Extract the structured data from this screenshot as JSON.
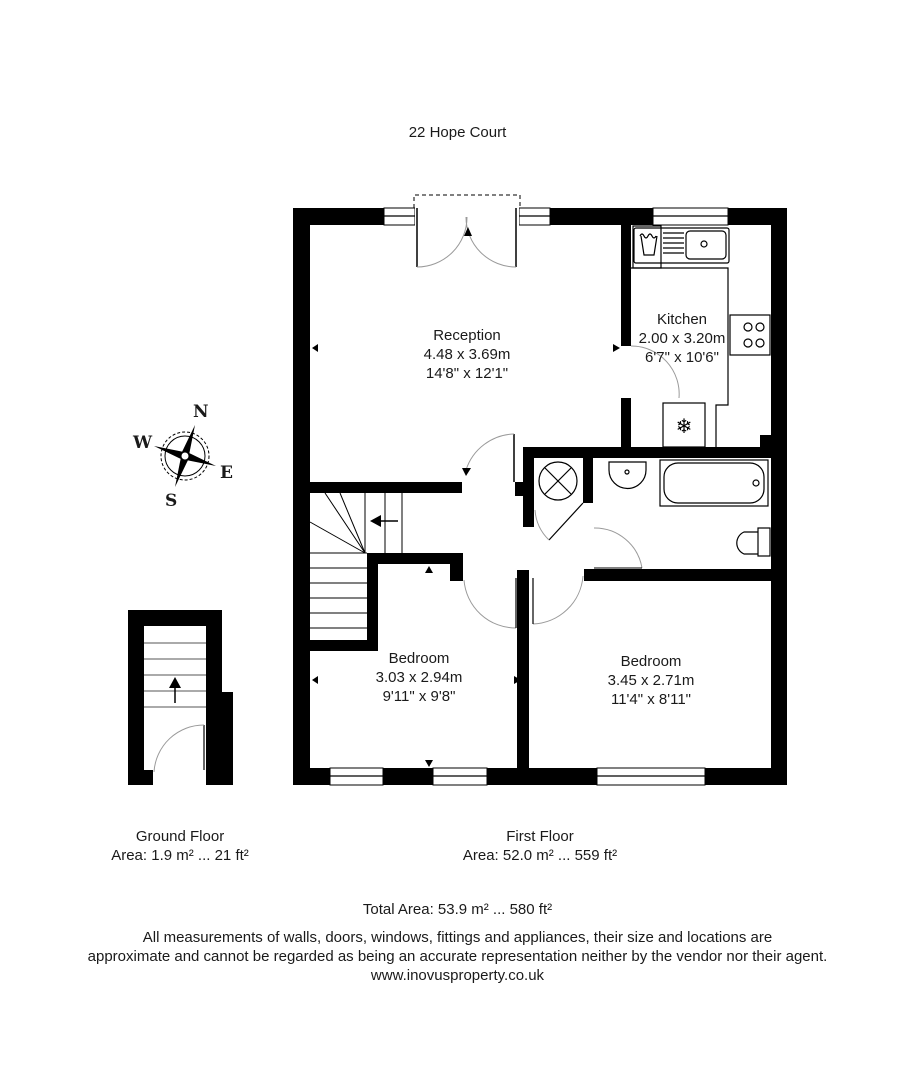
{
  "property": {
    "title": "22 Hope Court"
  },
  "rooms": {
    "reception": {
      "name": "Reception",
      "metric": "4.48 x 3.69m",
      "imperial": "14'8\" x 12'1\""
    },
    "kitchen": {
      "name": "Kitchen",
      "metric": "2.00 x 3.20m",
      "imperial": "6'7\" x 10'6\""
    },
    "bedroom_1": {
      "name": "Bedroom",
      "metric": "3.03 x 2.94m",
      "imperial": "9'11\" x 9'8\""
    },
    "bedroom_2": {
      "name": "Bedroom",
      "metric": "3.45 x 2.71m",
      "imperial": "11'4\" x 8'11\""
    }
  },
  "compass": {
    "north": "N",
    "east": "E",
    "south": "S",
    "west": "W"
  },
  "floors": {
    "ground": {
      "name": "Ground Floor",
      "area": "Area: 1.9 m² ... 21 ft²"
    },
    "first": {
      "name": "First Floor",
      "area": "Area: 52.0 m² ... 559 ft²"
    }
  },
  "footer": {
    "total_area": "Total Area: 53.9 m² ... 580 ft²",
    "disclaimer_line1": "All measurements of walls, doors, windows, fittings and appliances, their size and locations are",
    "disclaimer_line2": "approximate and cannot be regarded as being an accurate representation neither by the vendor nor their agent.",
    "website": "www.inovusproperty.co.uk"
  },
  "colors": {
    "wall": "#000000",
    "background": "#ffffff",
    "door_swing": "#9a9a9a",
    "text": "#1a1a1a"
  }
}
